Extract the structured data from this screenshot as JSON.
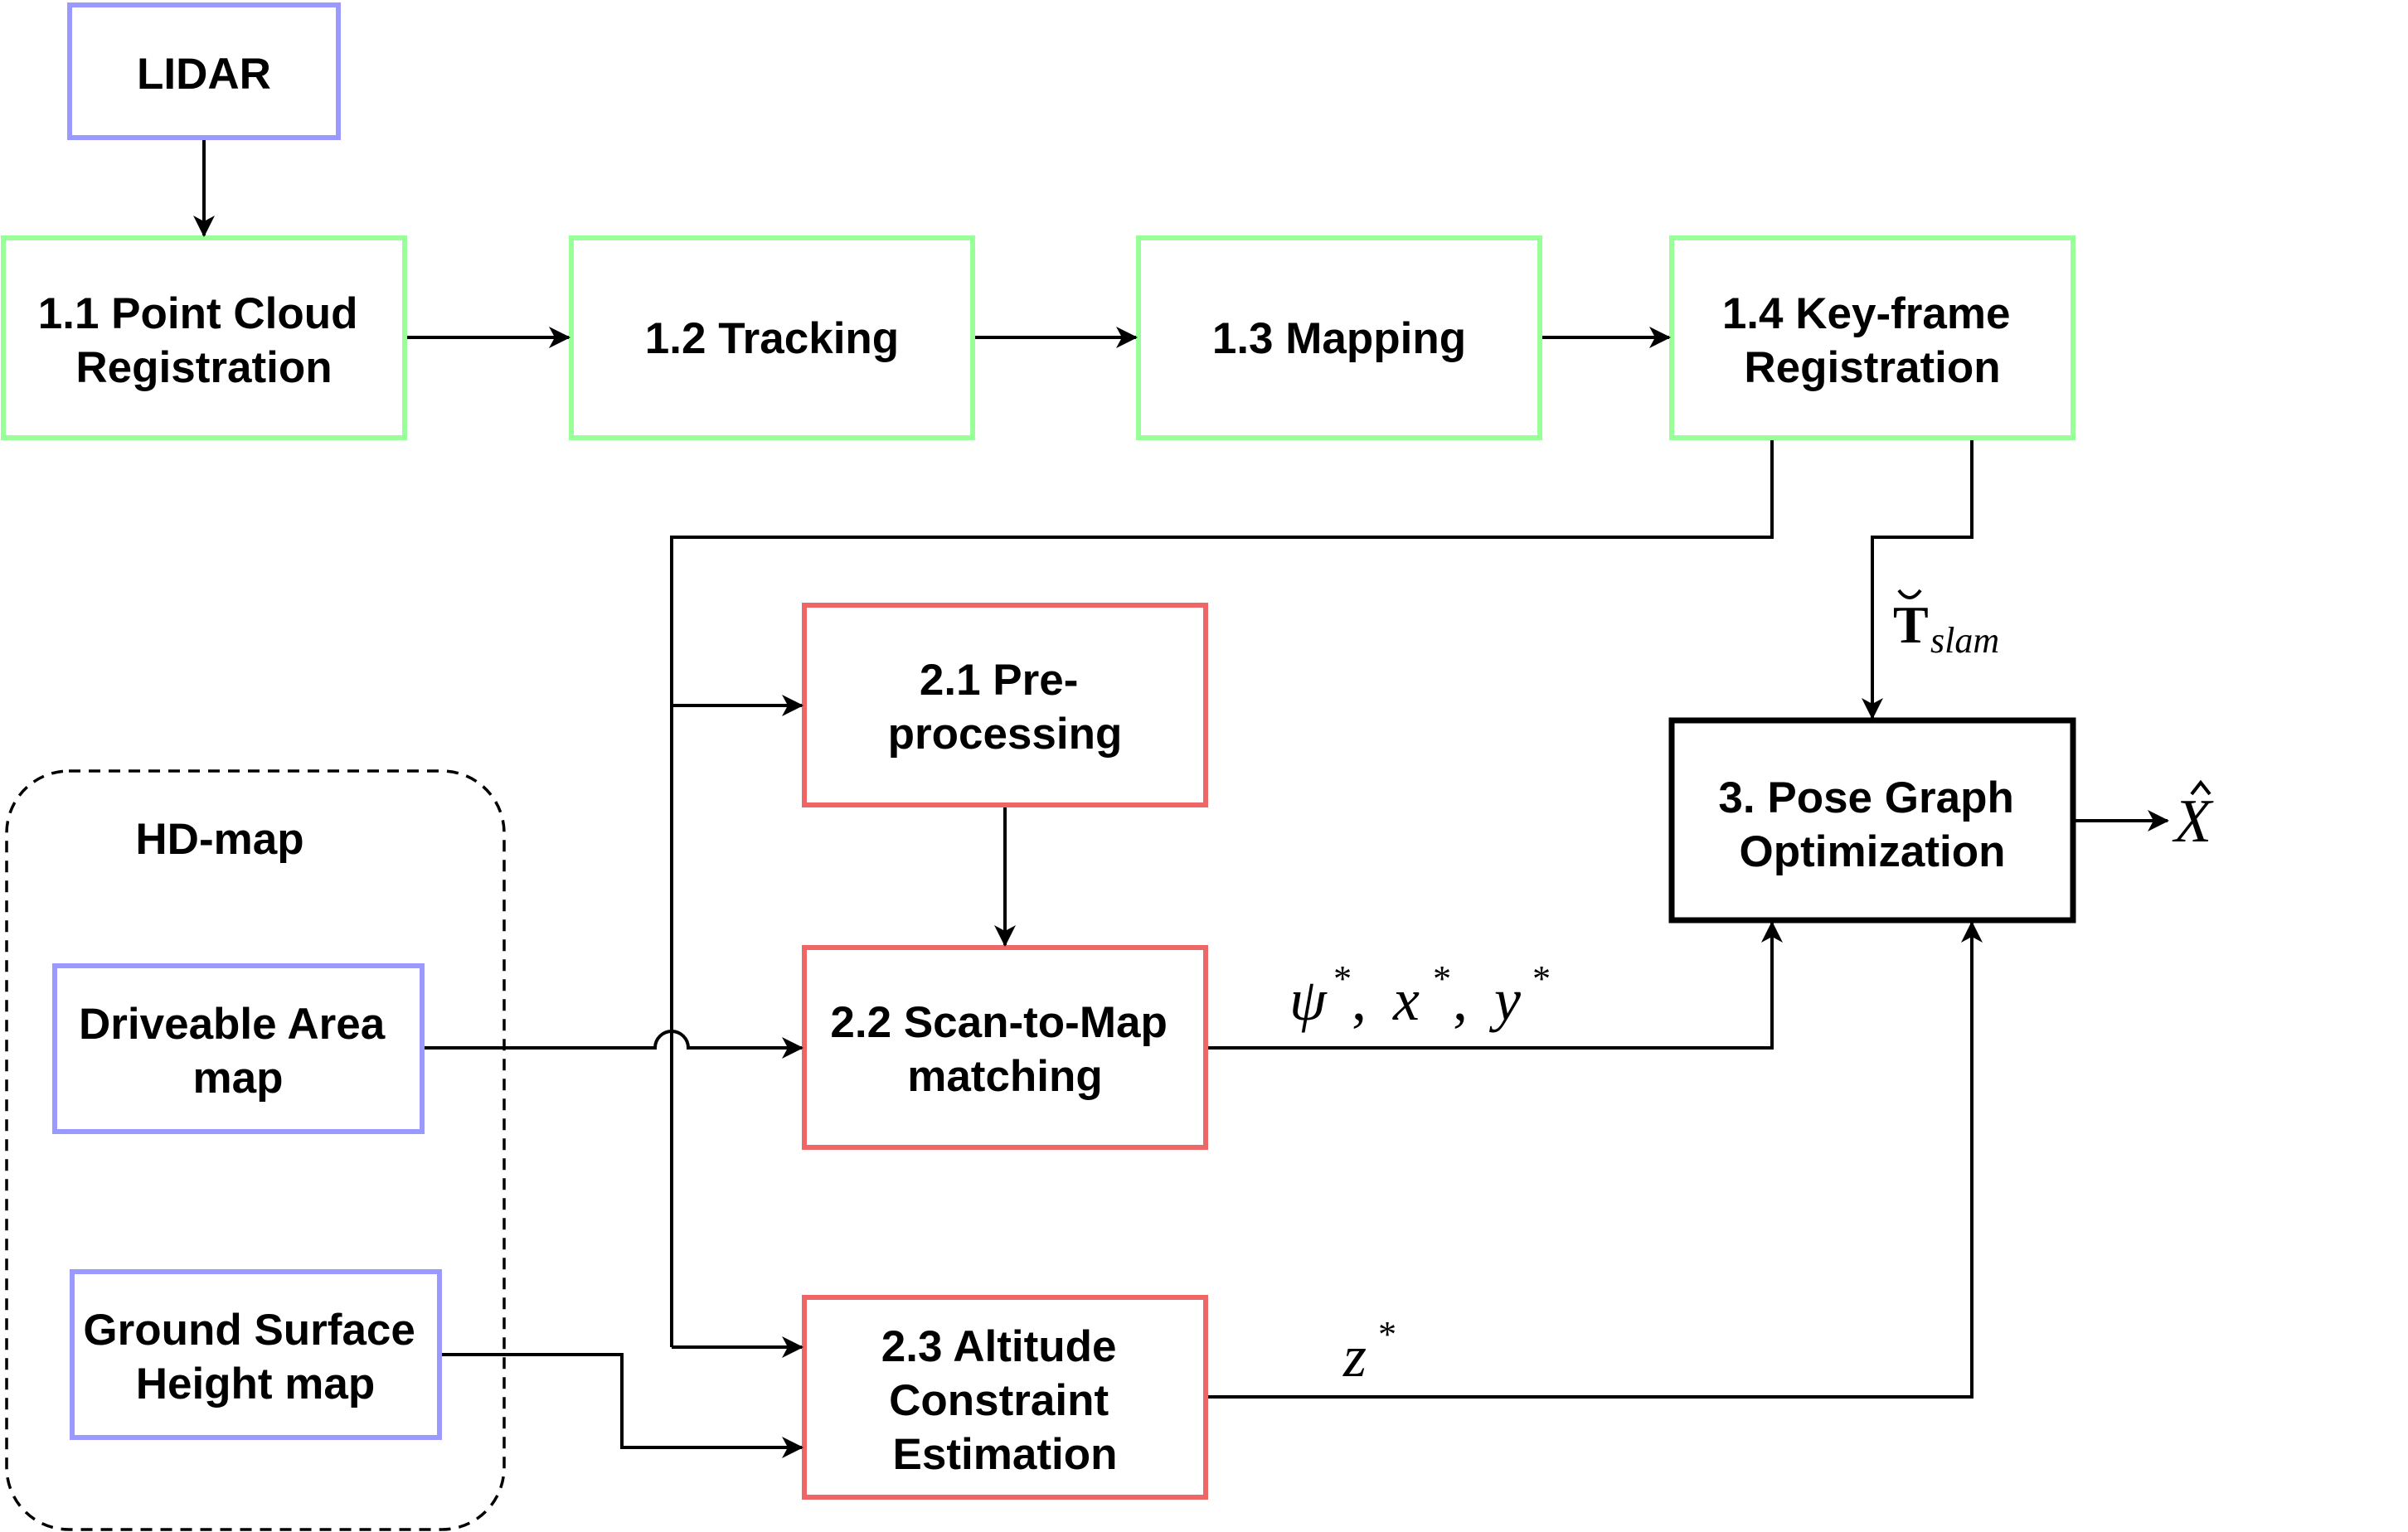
{
  "colors": {
    "sensor_border": "#9999ff",
    "slam_border": "#99ff99",
    "matching_border": "#ee6666",
    "optimization_border": "#000000",
    "line": "#000000"
  },
  "nodes": {
    "lidar": "LIDAR",
    "n11": [
      "1.1 Point Cloud",
      "Registration"
    ],
    "n12": "1.2 Tracking",
    "n13": "1.3 Mapping",
    "n14": [
      "1.4 Key-frame",
      "Registration"
    ],
    "n21": [
      "2.1 Pre-",
      "processing"
    ],
    "n22": [
      "2.2 Scan-to-Map",
      "matching"
    ],
    "n23": [
      "2.3 Altitude",
      "Constraint",
      "Estimation"
    ],
    "n3": [
      "3. Pose Graph",
      "Optimization"
    ],
    "hdmap": "HD-map",
    "driveable": [
      "Driveable Area",
      "map"
    ],
    "ground": [
      "Ground Surface",
      "Height map"
    ]
  },
  "edge_labels": {
    "t_slam_symbol": "T",
    "t_slam_subscript": "slam",
    "psi": "ψ",
    "x": "x",
    "y": "y",
    "star": "*",
    "comma": ",",
    "z": "z",
    "output": "X"
  }
}
